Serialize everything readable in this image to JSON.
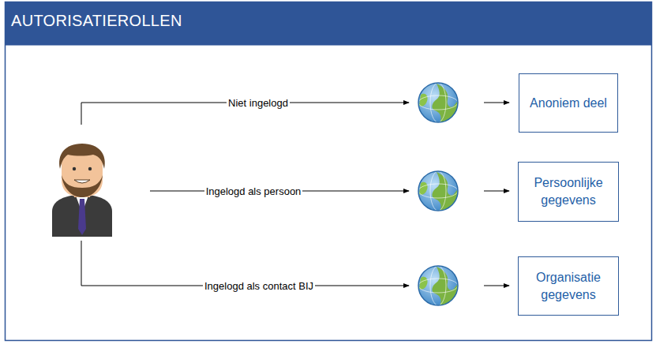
{
  "diagram": {
    "title": "AUTORISATIEROLLEN",
    "nodes": [
      {
        "text": [
          "Anoniem deel"
        ]
      },
      {
        "text": [
          "Persoonlijke gegevens"
        ]
      },
      {
        "text": [
          "Organisatie gegevens"
        ]
      }
    ],
    "labels": [
      "Niet ingelogd",
      "Ingelogd als persoon",
      "Ingelogd als contact BIJ"
    ]
  }
}
